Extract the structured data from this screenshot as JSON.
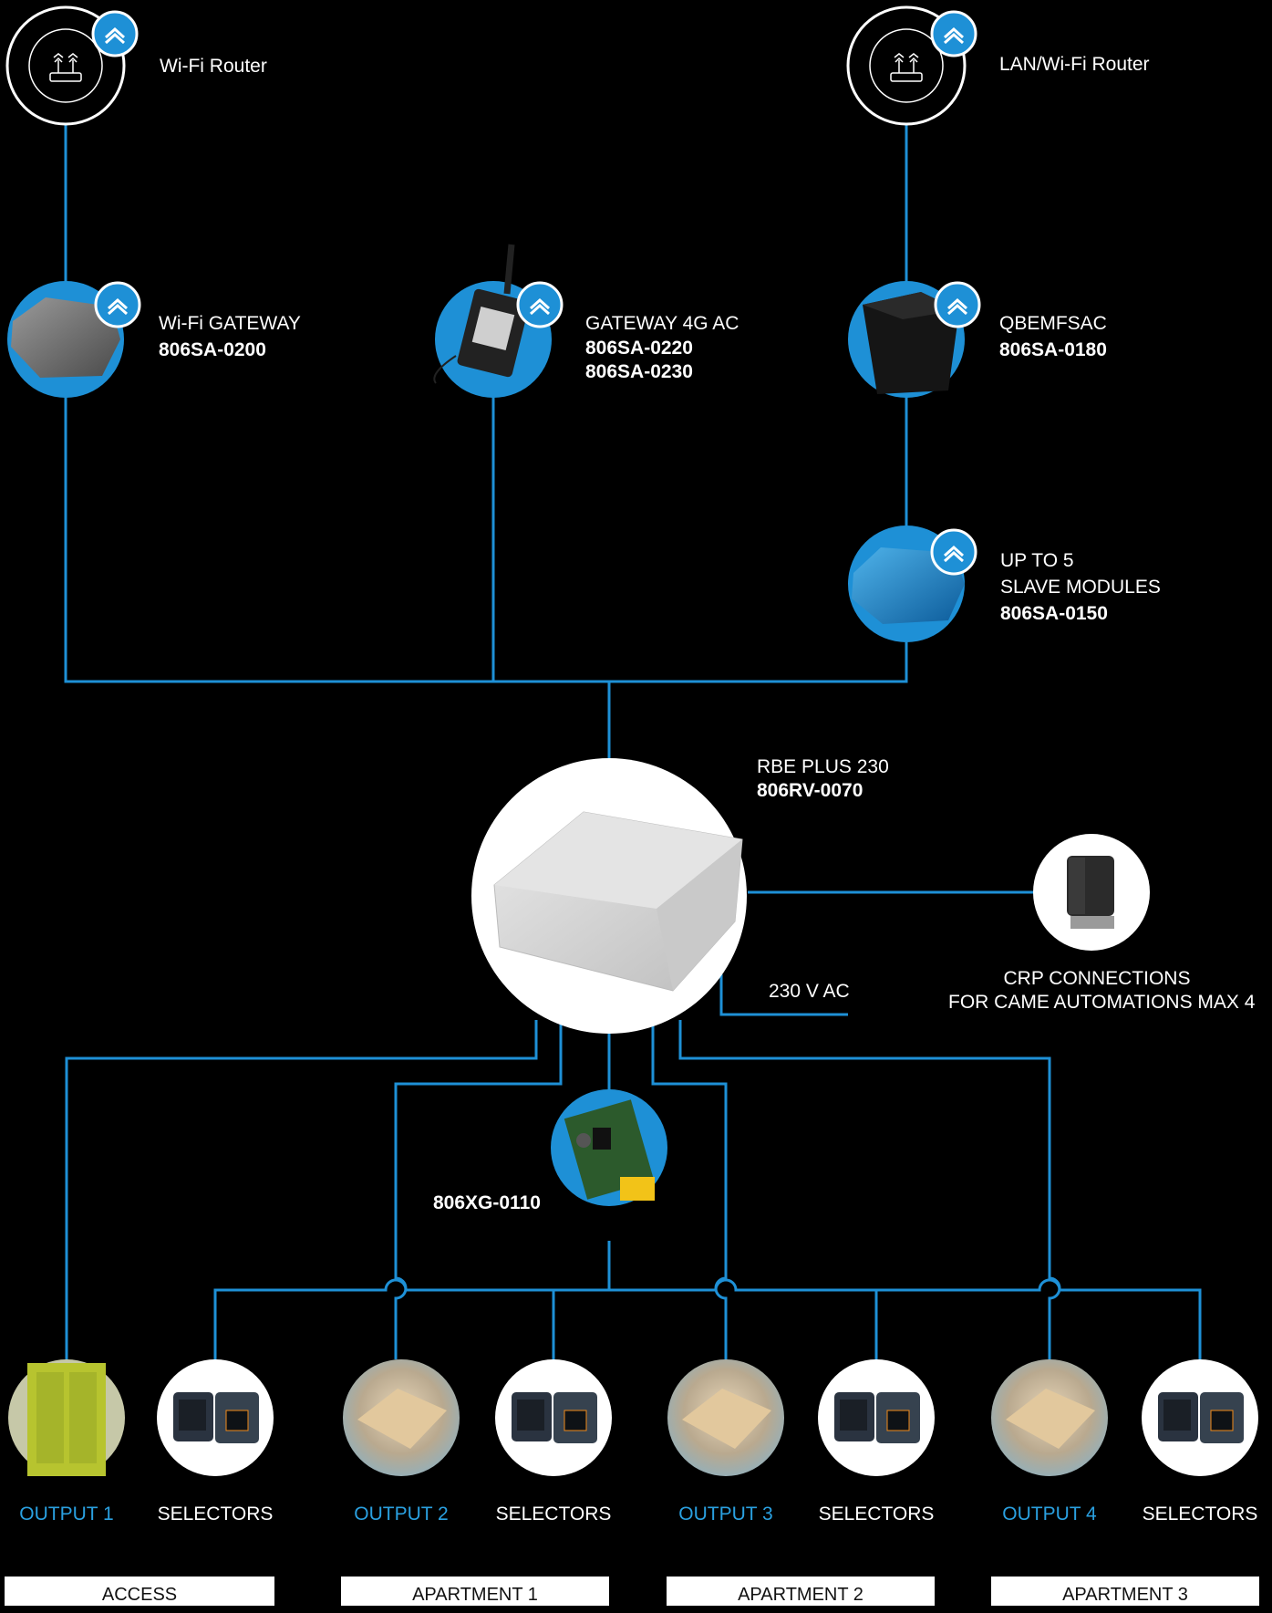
{
  "colors": {
    "background": "#000000",
    "wire": "#1e90d6",
    "node_blue": "#1e90d6",
    "output_text": "#2aa0e0"
  },
  "nodes": {
    "router_left": {
      "label": "Wi-Fi Router",
      "icon": "wifi-router-icon"
    },
    "router_right": {
      "label": "LAN/Wi-Fi Router",
      "icon": "wifi-router-icon"
    },
    "wifi_gateway": {
      "name": "Wi-Fi GATEWAY",
      "code": "806SA-0200"
    },
    "gateway_4g": {
      "name": "GATEWAY 4G AC",
      "code1": "806SA-0220",
      "code2": "806SA-0230"
    },
    "qbemfsac": {
      "name": "QBEMFSAC",
      "code": "806SA-0180"
    },
    "slave": {
      "line1": "UP TO 5",
      "line2": "SLAVE MODULES",
      "code": "806SA-0150"
    },
    "rbe": {
      "name": "RBE PLUS 230",
      "code": "806RV-0070"
    },
    "power": {
      "label": "230 V AC"
    },
    "crp": {
      "line1": "CRP CONNECTIONS",
      "line2": "FOR CAME AUTOMATIONS MAX 4"
    },
    "expansion": {
      "code": "806XG-0110"
    }
  },
  "outputs": [
    "OUTPUT 1",
    "OUTPUT 2",
    "OUTPUT 3",
    "OUTPUT 4"
  ],
  "selectors_label": "SELECTORS",
  "groups": [
    "ACCESS",
    "APARTMENT 1",
    "APARTMENT 2",
    "APARTMENT 3"
  ]
}
